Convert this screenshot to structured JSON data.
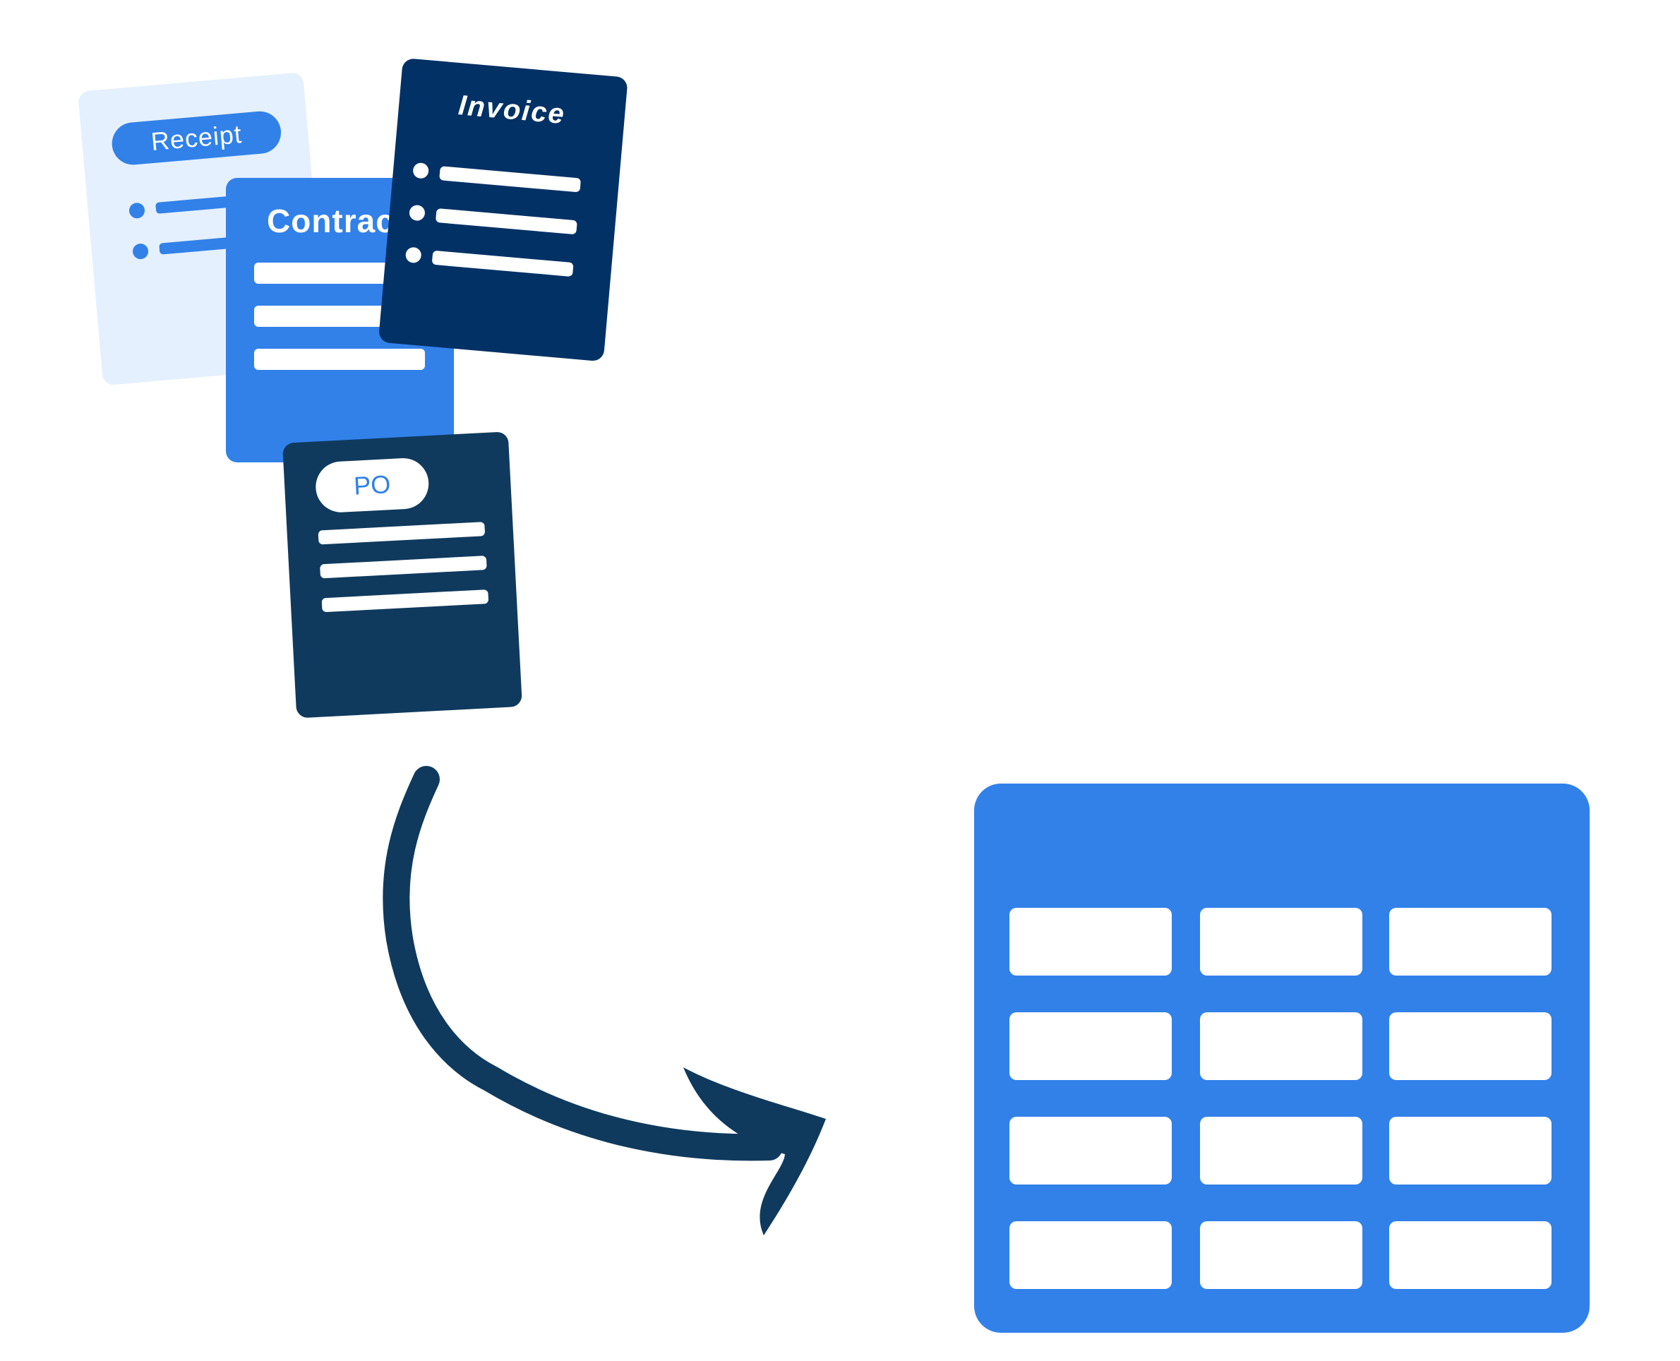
{
  "cards": {
    "receipt": {
      "label": "Receipt"
    },
    "contract": {
      "label": "Contract"
    },
    "invoice": {
      "label": "Invoice"
    },
    "po": {
      "label": "PO"
    }
  },
  "table": {
    "rows": 4,
    "columns": 3
  },
  "colors": {
    "receipt_bg": "#e4f0fd",
    "blue": "#3181e9",
    "navy": "#013165",
    "dark_slate": "#0f3a5d",
    "white": "#ffffff"
  }
}
